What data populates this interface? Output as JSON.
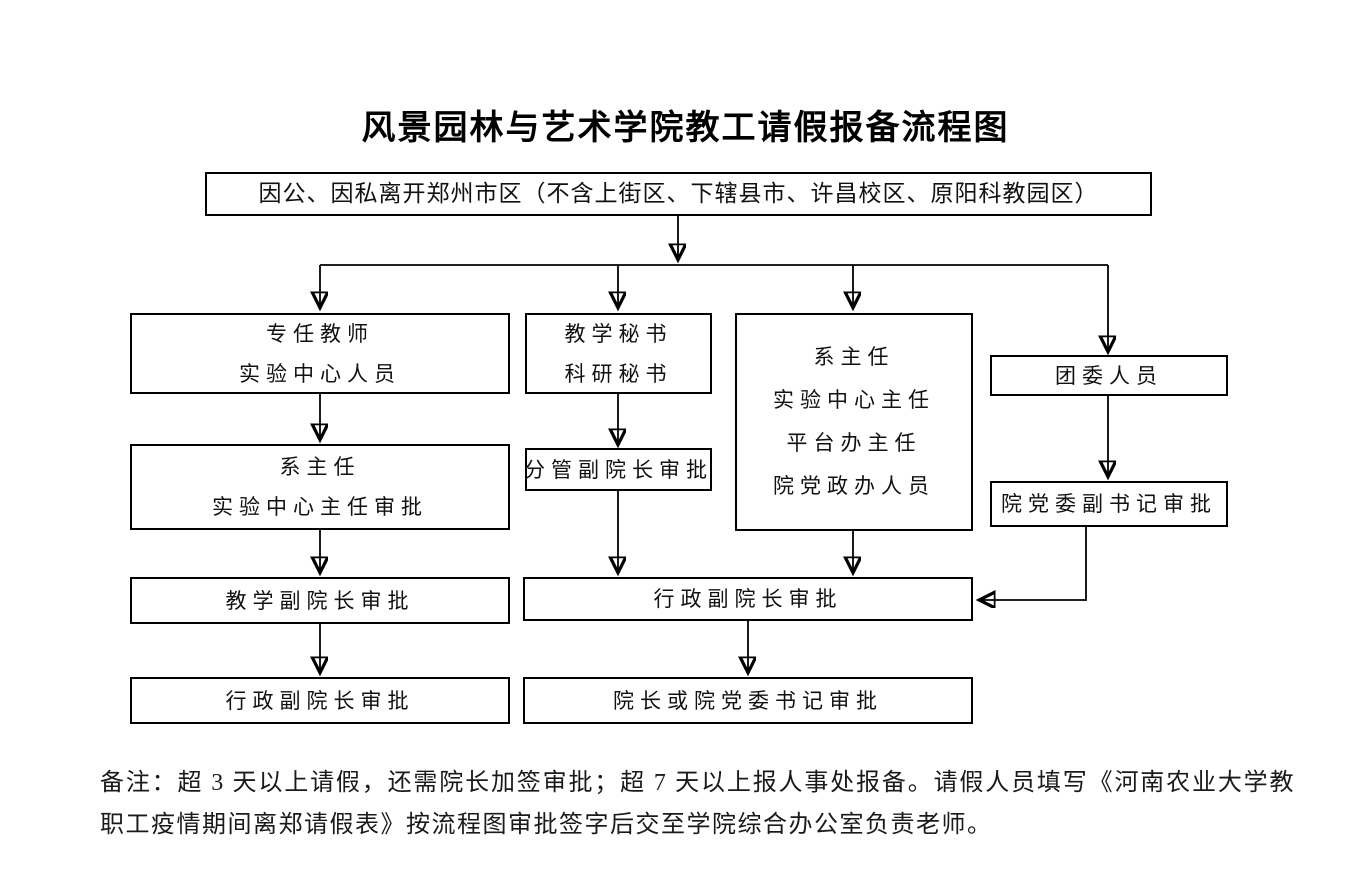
{
  "title": "风景园林与艺术学院教工请假报备流程图",
  "flow": {
    "entry": "因公、因私离开郑州市区（不含上街区、下辖县市、许昌校区、原阳科教园区）",
    "col1_top": [
      "专任教师",
      "实验中心人员"
    ],
    "col2_top": [
      "教学秘书",
      "科研秘书"
    ],
    "col3_top": [
      "系主任",
      "实验中心主任",
      "平台办主任",
      "院党政办人员"
    ],
    "col4_top": "团委人员",
    "col1_step2": [
      "系主任",
      "实验中心主任审批"
    ],
    "col2_step2": "分管副院长审批",
    "col4_step2": "院党委副书记审批",
    "col1_step3": "教学副院长审批",
    "mid_step3": "行政副院长审批",
    "col1_step4": "行政副院长审批",
    "mid_step4": "院长或院党委书记审批",
    "edges": [
      {
        "from": "entry",
        "to": "col1_top"
      },
      {
        "from": "entry",
        "to": "col2_top"
      },
      {
        "from": "entry",
        "to": "col3_top"
      },
      {
        "from": "entry",
        "to": "col4_top"
      },
      {
        "from": "col1_top",
        "to": "col1_step2"
      },
      {
        "from": "col2_top",
        "to": "col2_step2"
      },
      {
        "from": "col4_top",
        "to": "col4_step2"
      },
      {
        "from": "col1_step2",
        "to": "col1_step3"
      },
      {
        "from": "col2_step2",
        "to": "mid_step3"
      },
      {
        "from": "col3_top",
        "to": "mid_step3"
      },
      {
        "from": "col4_step2",
        "to": "mid_step3"
      },
      {
        "from": "col1_step3",
        "to": "col1_step4"
      },
      {
        "from": "mid_step3",
        "to": "mid_step4"
      }
    ]
  },
  "note": "备注：超 3 天以上请假，还需院长加签审批；超 7 天以上报人事处报备。请假人员填写《河南农业大学教职工疫情期间离郑请假表》按流程图审批签字后交至学院综合办公室负责老师。",
  "colors": {
    "line": "#000000",
    "text": "#111111",
    "background": "#ffffff"
  }
}
